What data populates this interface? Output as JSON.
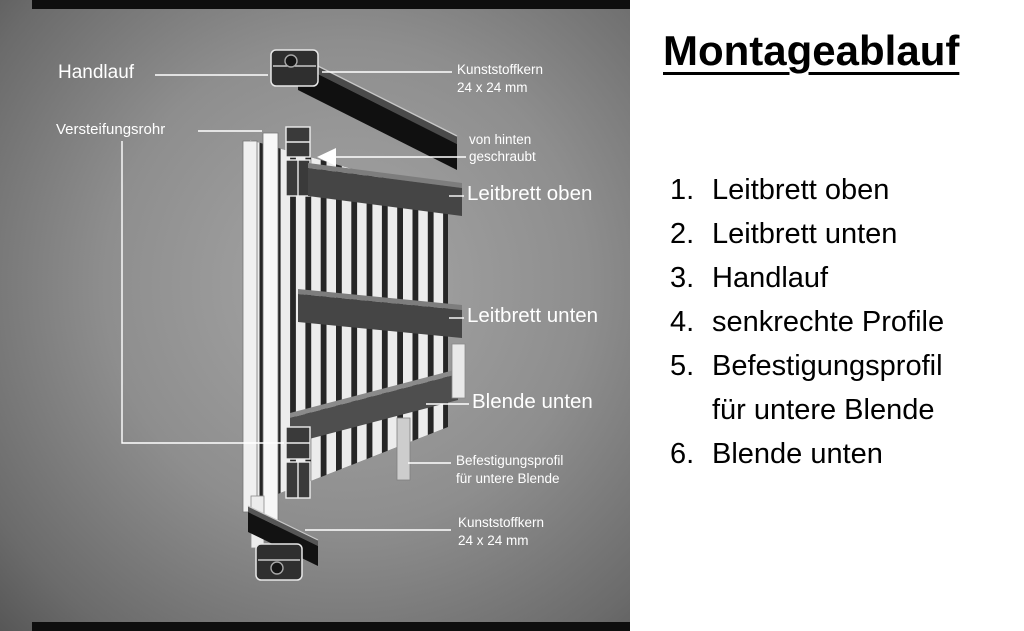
{
  "diagram": {
    "labels": {
      "handlauf": "Handlauf",
      "versteifungsrohr": "Versteifungsrohr",
      "kunststoffkern_top": {
        "line1": "Kunststoffkern",
        "line2": "24 x 24 mm"
      },
      "von_hinten": {
        "line1": "von hinten",
        "line2": "geschraubt"
      },
      "leitbrett_oben": "Leitbrett oben",
      "leitbrett_unten": "Leitbrett unten",
      "blende_unten": "Blende unten",
      "befestigungsprofil": {
        "line1": "Befestigungsprofil",
        "line2": "für untere Blende"
      },
      "kunststoffkern_bottom": {
        "line1": "Kunststoffkern",
        "line2": "24 x 24 mm"
      }
    }
  },
  "panel": {
    "title": "Montageablauf",
    "items": [
      {
        "num": "1.",
        "text": "Leitbrett oben"
      },
      {
        "num": "2.",
        "text": "Leitbrett unten"
      },
      {
        "num": "3.",
        "text": "Handlauf"
      },
      {
        "num": "4.",
        "text": "senkrechte Profile"
      },
      {
        "num": "5.",
        "text": "Befestigungsprofil für untere Blende"
      },
      {
        "num": "6.",
        "text": "Blende unten"
      }
    ]
  },
  "colors": {
    "photo_light": "#a6a6a6",
    "photo_dark": "#4a4a4a",
    "panel_bg": "#ffffff",
    "label_text": "#ffffff",
    "list_text": "#000000"
  }
}
